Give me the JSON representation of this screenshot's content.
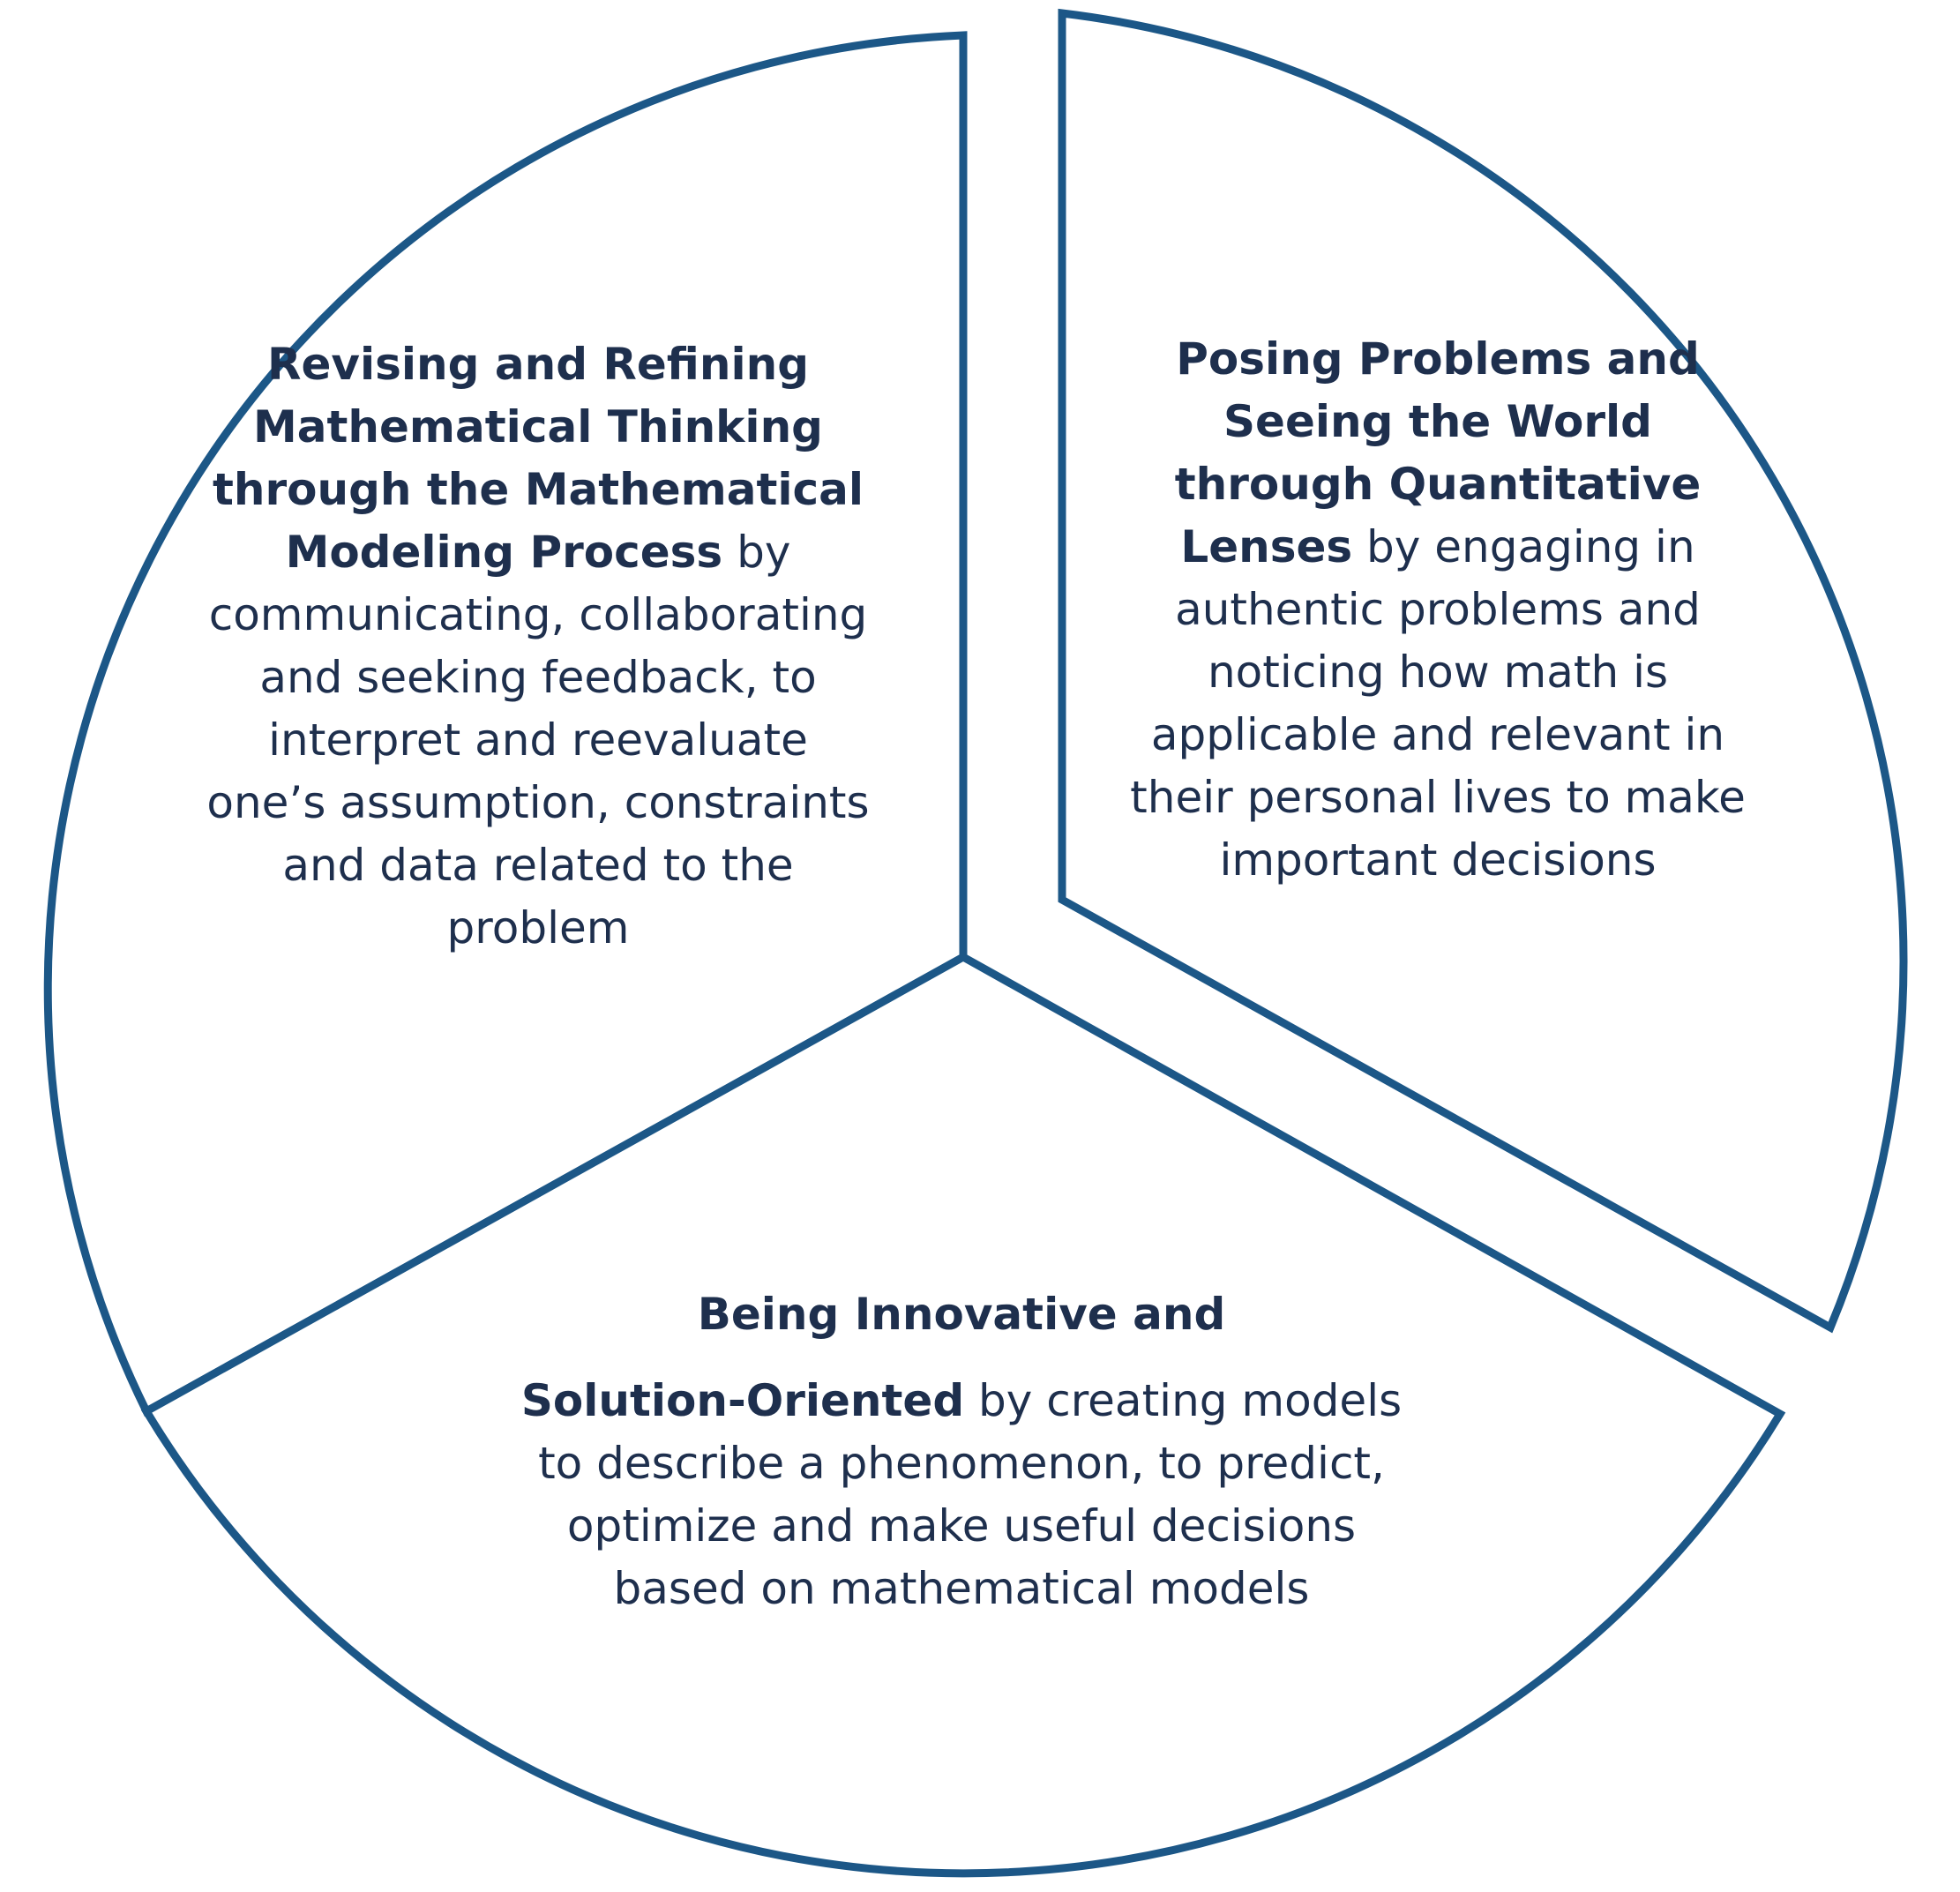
{
  "diagram": {
    "stroke_color": "#1c5787",
    "text_color": "#1e2f4d",
    "segments": [
      {
        "id": "left",
        "title": "Revising and Refining Mathematical Thinking through the Mathematical Modeling Process",
        "body": " by communicating, collaborating and seeking feedback, to interpret and reevaluate one’s assumption, constraints and data related to the problem"
      },
      {
        "id": "right",
        "title": "Posing Problems and Seeing the World through Quantitative Lenses",
        "body": " by engaging in authentic problems and noticing how math is applicable and relevant in their personal lives to make important decisions"
      },
      {
        "id": "bottom",
        "title_line_1": "Being Innovative and",
        "title_line_2": "Solution-Oriented",
        "body": " by creating models to describe a phenomenon, to predict, optimize and make useful decisions based on mathematical models"
      }
    ]
  }
}
